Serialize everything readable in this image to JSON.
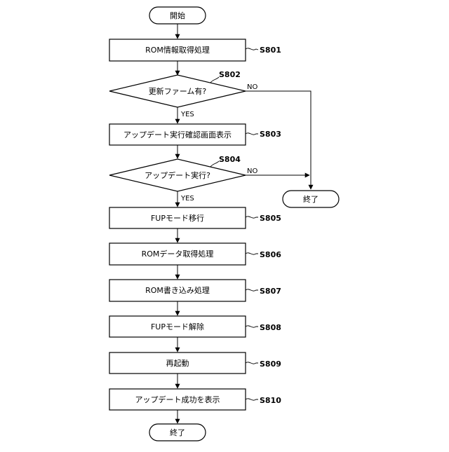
{
  "flowchart": {
    "start": "開始",
    "steps": [
      {
        "id": "s801",
        "label": "ROM情報取得処理",
        "step": "S801"
      },
      {
        "id": "s802",
        "label": "更新ファーム有?",
        "step": "S802",
        "yes": "YES",
        "no": "NO"
      },
      {
        "id": "s803",
        "label": "アップデート実行確認画面表示",
        "step": "S803"
      },
      {
        "id": "s804",
        "label": "アップデート実行?",
        "step": "S804",
        "yes": "YES",
        "no": "NO"
      },
      {
        "id": "s805",
        "label": "FUPモード移行",
        "step": "S805"
      },
      {
        "id": "s806",
        "label": "ROMデータ取得処理",
        "step": "S806"
      },
      {
        "id": "s807",
        "label": "ROM書き込み処理",
        "step": "S807"
      },
      {
        "id": "s808",
        "label": "FUPモード解除",
        "step": "S808"
      },
      {
        "id": "s809",
        "label": "再起動",
        "step": "S809"
      },
      {
        "id": "s810",
        "label": "アップデート成功を表示",
        "step": "S810"
      }
    ],
    "end_side": "終了",
    "end_bottom": "終了"
  }
}
